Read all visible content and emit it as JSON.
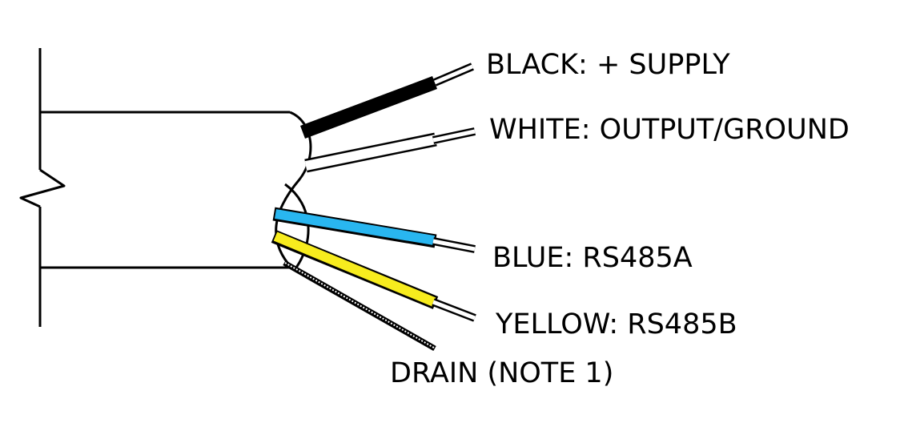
{
  "wires": [
    {
      "id": "black",
      "label": "BLACK: + SUPPLY",
      "color": "#000000"
    },
    {
      "id": "white",
      "label": "WHITE: OUTPUT/GROUND",
      "color": "#ffffff"
    },
    {
      "id": "blue",
      "label": "BLUE: RS485A",
      "color": "#29b6f0"
    },
    {
      "id": "yellow",
      "label": "YELLOW: RS485B",
      "color": "#f7ec1e"
    },
    {
      "id": "drain",
      "label": "DRAIN (NOTE 1)",
      "color": "#6b6b6b"
    }
  ],
  "colors": {
    "outline": "#000000",
    "background": "#ffffff"
  }
}
